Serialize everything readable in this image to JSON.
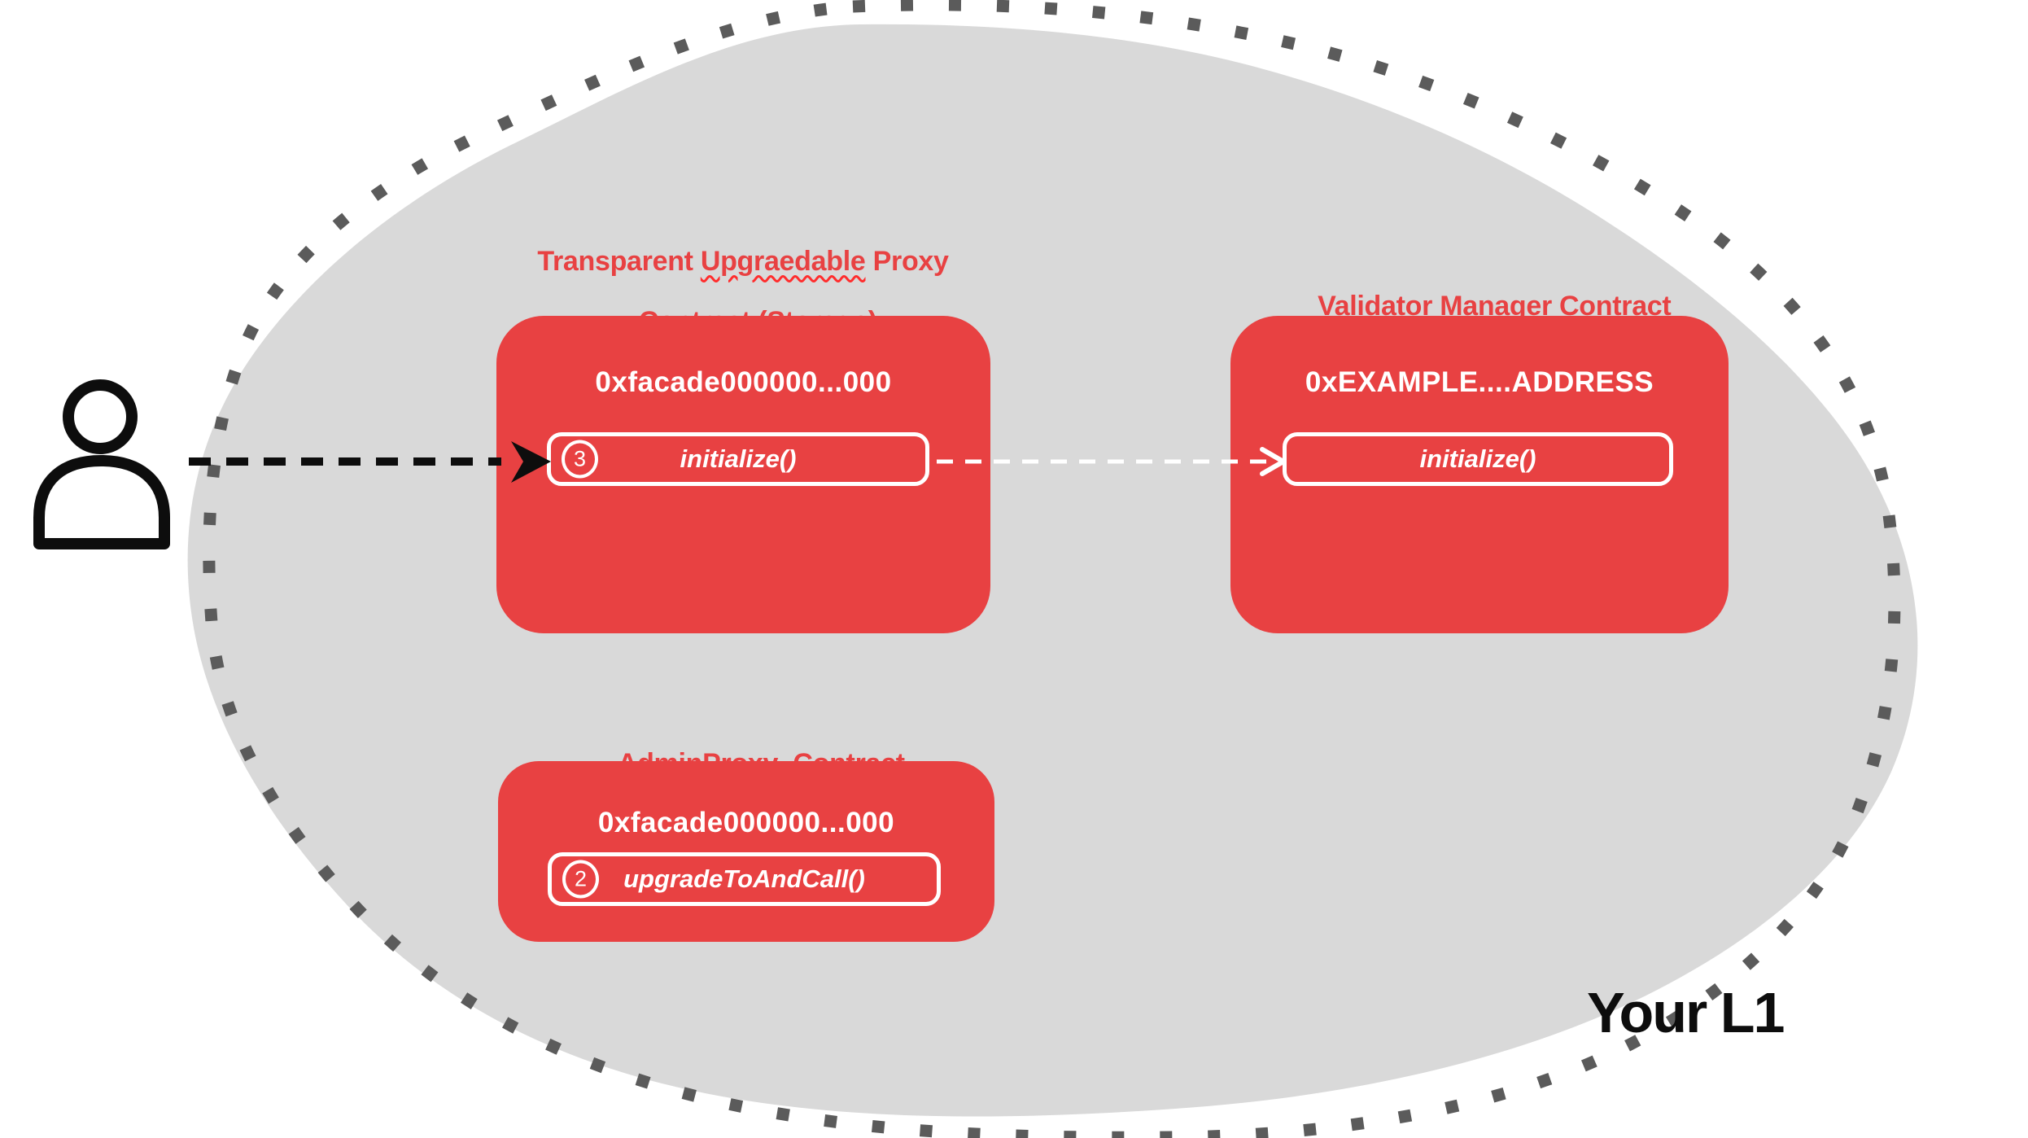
{
  "scene": {
    "region_label": "Your L1"
  },
  "colors": {
    "accent_red": "#e84142",
    "blob_gray": "#d9d9d9",
    "dot_gray": "#5b5b5b",
    "text_black": "#0d0d0d",
    "white": "#ffffff",
    "squiggle_red": "#ff2d2d"
  },
  "icons": {
    "actor": "person-icon"
  },
  "contracts": [
    {
      "id": "transparent-upgradeable-proxy",
      "title": {
        "pre": "Transparent ",
        "misspelled": "Upgraedable",
        "post": " Proxy",
        "line2": "Contract (Storage)"
      },
      "address": "0xfacade000000...000",
      "method": {
        "step": "3",
        "label": "initialize()"
      }
    },
    {
      "id": "validator-manager",
      "title": {
        "line1": "Validator Manager Contract"
      },
      "address": "0xEXAMPLE....ADDRESS",
      "method": {
        "label": "initialize()"
      }
    },
    {
      "id": "admin-proxy",
      "title": {
        "line1": "AdminProxy  Contract"
      },
      "address": "0xfacade000000...000",
      "method": {
        "step": "2",
        "label": "upgradeToAndCall()"
      }
    }
  ]
}
